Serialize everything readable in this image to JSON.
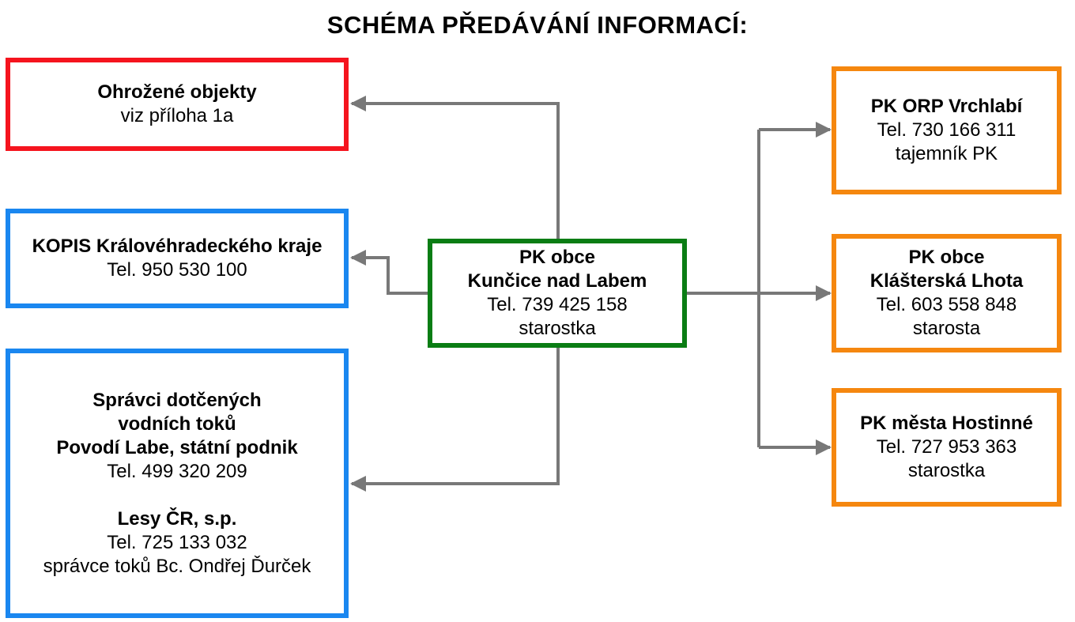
{
  "title": "SCHÉMA PŘEDÁVÁNÍ INFORMACÍ:",
  "colors": {
    "red": "#f5141e",
    "blue": "#1a87f0",
    "green": "#0a7d14",
    "orange": "#f5870f",
    "connector": "#787878"
  },
  "center": {
    "line1": "PK obce",
    "line2": "Kunčice nad Labem",
    "phone": "Tel. 739 425 158",
    "role": "starostka"
  },
  "left": {
    "ohrozene": {
      "name": "Ohrožené objekty",
      "note": "viz příloha 1a"
    },
    "kopis": {
      "name": "KOPIS Královéhradeckého kraje",
      "phone": "Tel. 950 530 100"
    },
    "spravci": {
      "line1": "Správci dotčených",
      "line2": "vodních toků",
      "org1": "Povodí Labe, státní podnik",
      "phone1": "Tel. 499 320 209",
      "org2": "Lesy ČR, s.p.",
      "phone2": "Tel. 725 133 032",
      "contact2": "správce toků Bc. Ondřej Ďurček"
    }
  },
  "right": {
    "orp": {
      "name": "PK ORP Vrchlabí",
      "phone": "Tel. 730 166 311",
      "role": "tajemník PK"
    },
    "klasterska": {
      "line1": "PK obce",
      "line2": "Klášterská Lhota",
      "phone": "Tel. 603 558 848",
      "role": "starosta"
    },
    "hostinne": {
      "name": "PK města Hostinné",
      "phone": "Tel. 727 953 363",
      "role": "starostka"
    }
  }
}
